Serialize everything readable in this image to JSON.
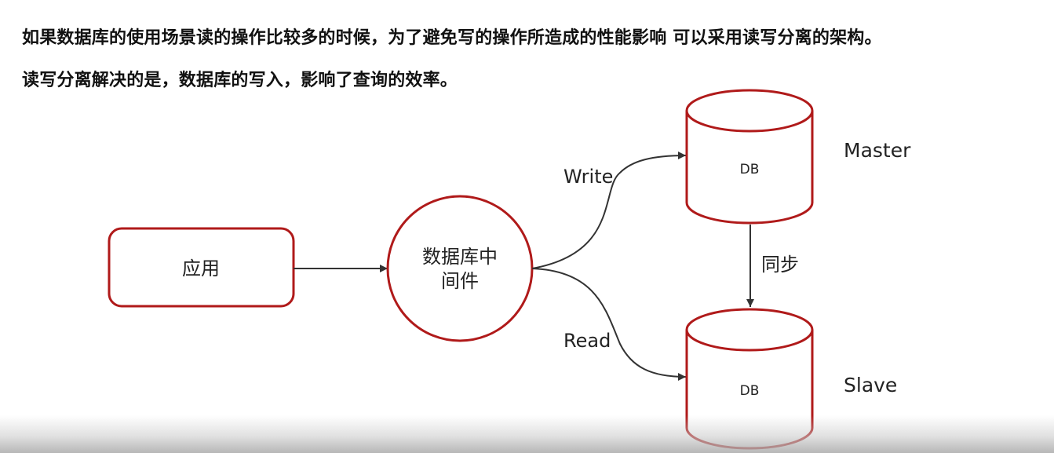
{
  "text": {
    "line1": "如果数据库的使用场景读的操作比较多的时候，为了避免写的操作所造成的性能影响 可以采用读写分离的架构。",
    "line2": "读写分离解决的是，数据库的写入，影响了查询的效率。"
  },
  "diagram": {
    "app_label": "应用",
    "middleware_label_line1": "数据库中",
    "middleware_label_line2": "间件",
    "write_label": "Write",
    "read_label": "Read",
    "sync_label": "同步",
    "master_db_label": "DB",
    "slave_db_label": "DB",
    "master_role_label": "Master",
    "slave_role_label": "Slave"
  },
  "colors": {
    "node_border": "#b01a1a",
    "edge": "#333333",
    "text": "#111111"
  }
}
